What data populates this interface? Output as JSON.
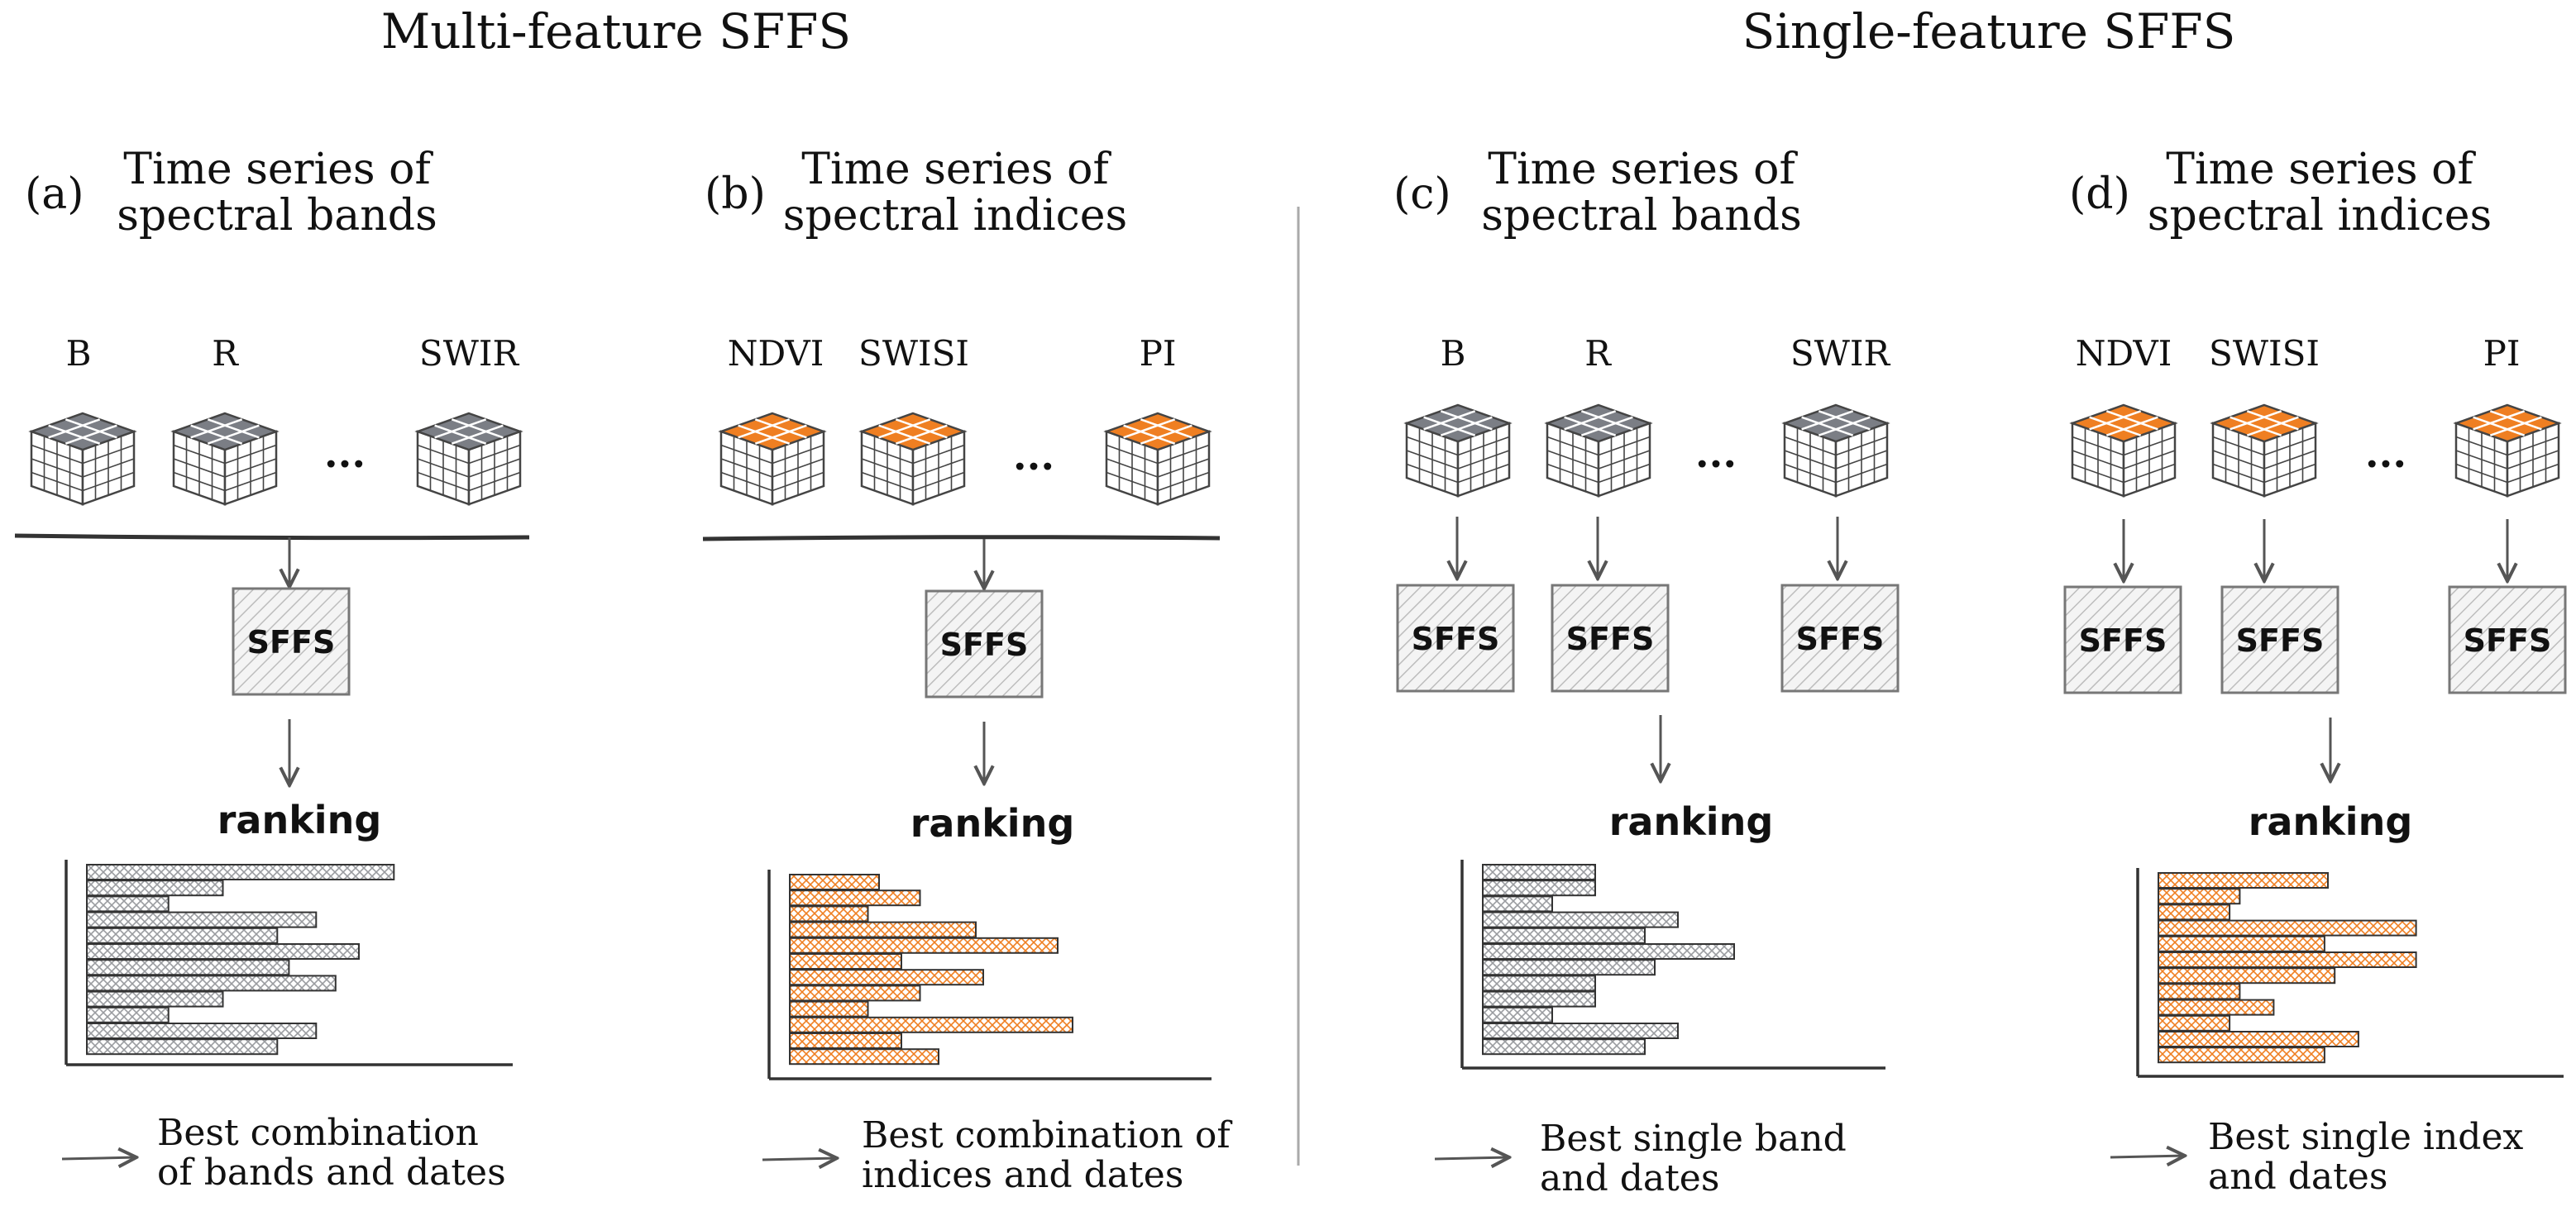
{
  "titles": {
    "multi": "Multi-feature SFFS",
    "single": "Single-feature SFFS"
  },
  "panels": [
    {
      "letter": "(a)",
      "title_line1": "Time series of",
      "title_line2": "spectral bands",
      "features": [
        "B",
        "R",
        "SWIR"
      ],
      "ellipsis": "...",
      "sffs_label": "SFFS",
      "ranking_label": "ranking",
      "result_line1": "Best combination",
      "result_line2": "of bands and dates",
      "cube_color": "#7b7e85",
      "bar_color": "#9a9ca0",
      "bar_values": [
        0.79,
        0.35,
        0.21,
        0.59,
        0.49,
        0.7,
        0.52,
        0.64,
        0.35,
        0.21,
        0.59,
        0.49
      ]
    },
    {
      "letter": "(b)",
      "title_line1": "Time series of",
      "title_line2": "spectral indices",
      "features": [
        "NDVI",
        "SWISI",
        "PI"
      ],
      "ellipsis": "...",
      "sffs_label": "SFFS",
      "ranking_label": "ranking",
      "result_line1": "Best combination of",
      "result_line2": "indices and dates",
      "cube_color": "#ef7f22",
      "bar_color": "#ef7f22",
      "bar_values": [
        0.24,
        0.35,
        0.21,
        0.5,
        0.72,
        0.3,
        0.52,
        0.35,
        0.21,
        0.76,
        0.3,
        0.4
      ]
    },
    {
      "letter": "(c)",
      "title_line1": "Time series of",
      "title_line2": "spectral bands",
      "features": [
        "B",
        "R",
        "SWIR"
      ],
      "ellipsis": "...",
      "sffs_label": "SFFS",
      "ranking_label": "ranking",
      "result_line1": "Best single band",
      "result_line2": "and dates",
      "cube_color": "#7b7e85",
      "bar_color": "#9a9ca0",
      "bar_values": [
        0.34,
        0.34,
        0.21,
        0.59,
        0.49,
        0.76,
        0.52,
        0.34,
        0.34,
        0.21,
        0.59,
        0.49
      ]
    },
    {
      "letter": "(d)",
      "title_line1": "Time series of",
      "title_line2": "spectral indices",
      "features": [
        "NDVI",
        "SWISI",
        "PI"
      ],
      "ellipsis": "...",
      "sffs_label": "SFFS",
      "ranking_label": "ranking",
      "result_line1": "Best single index",
      "result_line2": "and dates",
      "cube_color": "#ef7f22",
      "bar_color": "#ef7f22",
      "bar_values": [
        0.5,
        0.24,
        0.21,
        0.76,
        0.49,
        0.76,
        0.52,
        0.24,
        0.34,
        0.21,
        0.59,
        0.49
      ]
    }
  ]
}
